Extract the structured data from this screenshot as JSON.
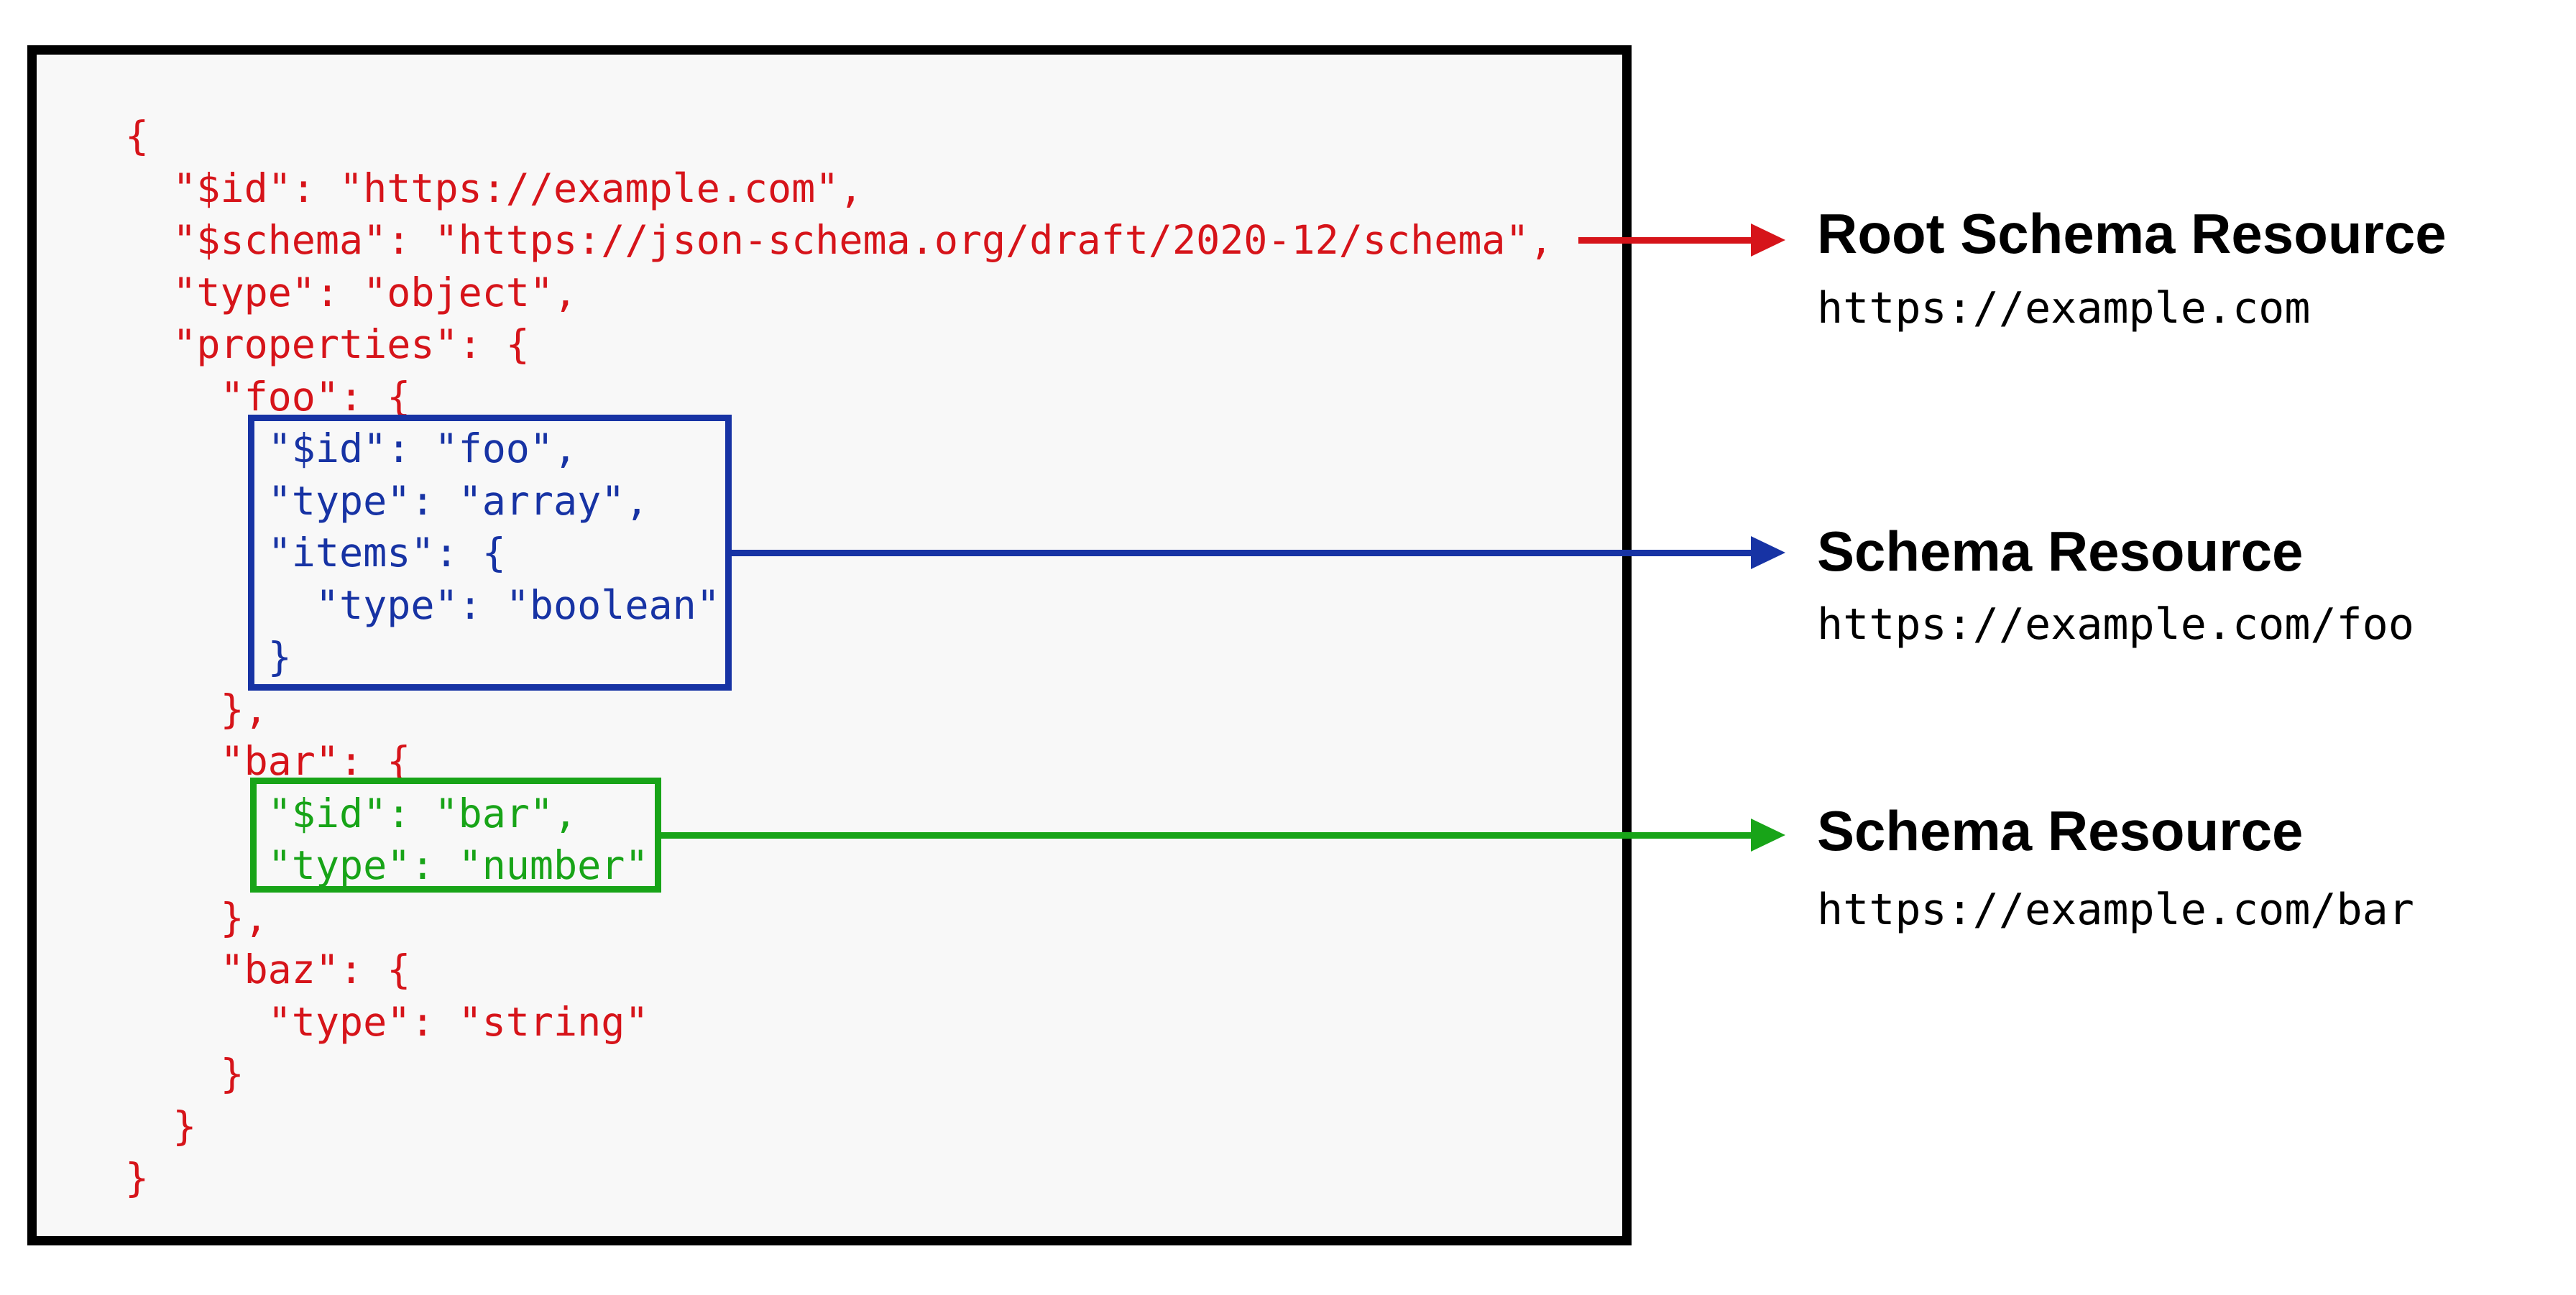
{
  "colors": {
    "red": "#d6141a",
    "blue": "#1733a4",
    "green": "#18a418",
    "ink": "#000000",
    "panelbg": "#f8f8f8"
  },
  "code": {
    "lines": [
      {
        "text": "{",
        "color": "red"
      },
      {
        "text": "  \"$id\": \"https://example.com\",",
        "color": "red"
      },
      {
        "text": "  \"$schema\": \"https://json-schema.org/draft/2020-12/schema\",",
        "color": "red"
      },
      {
        "text": "  \"type\": \"object\",",
        "color": "red"
      },
      {
        "text": "  \"properties\": {",
        "color": "red"
      },
      {
        "text": "    \"foo\": {",
        "color": "red"
      },
      {
        "text": "      \"$id\": \"foo\",",
        "color": "blue"
      },
      {
        "text": "      \"type\": \"array\",",
        "color": "blue"
      },
      {
        "text": "      \"items\": {",
        "color": "blue"
      },
      {
        "text": "        \"type\": \"boolean\"",
        "color": "blue"
      },
      {
        "text": "      }",
        "color": "blue"
      },
      {
        "text": "    },",
        "color": "red"
      },
      {
        "text": "    \"bar\": {",
        "color": "red"
      },
      {
        "text": "      \"$id\": \"bar\",",
        "color": "green"
      },
      {
        "text": "      \"type\": \"number\"",
        "color": "green"
      },
      {
        "text": "    },",
        "color": "red"
      },
      {
        "text": "    \"baz\": {",
        "color": "red"
      },
      {
        "text": "      \"type\": \"string\"",
        "color": "red"
      },
      {
        "text": "    }",
        "color": "red"
      },
      {
        "text": "  }",
        "color": "red"
      },
      {
        "text": "}",
        "color": "red"
      }
    ]
  },
  "annotations": [
    {
      "title": "Root Schema Resource",
      "url": "https://example.com",
      "color": "red"
    },
    {
      "title": "Schema Resource",
      "url": "https://example.com/foo",
      "color": "blue"
    },
    {
      "title": "Schema Resource",
      "url": "https://example.com/bar",
      "color": "green"
    }
  ]
}
